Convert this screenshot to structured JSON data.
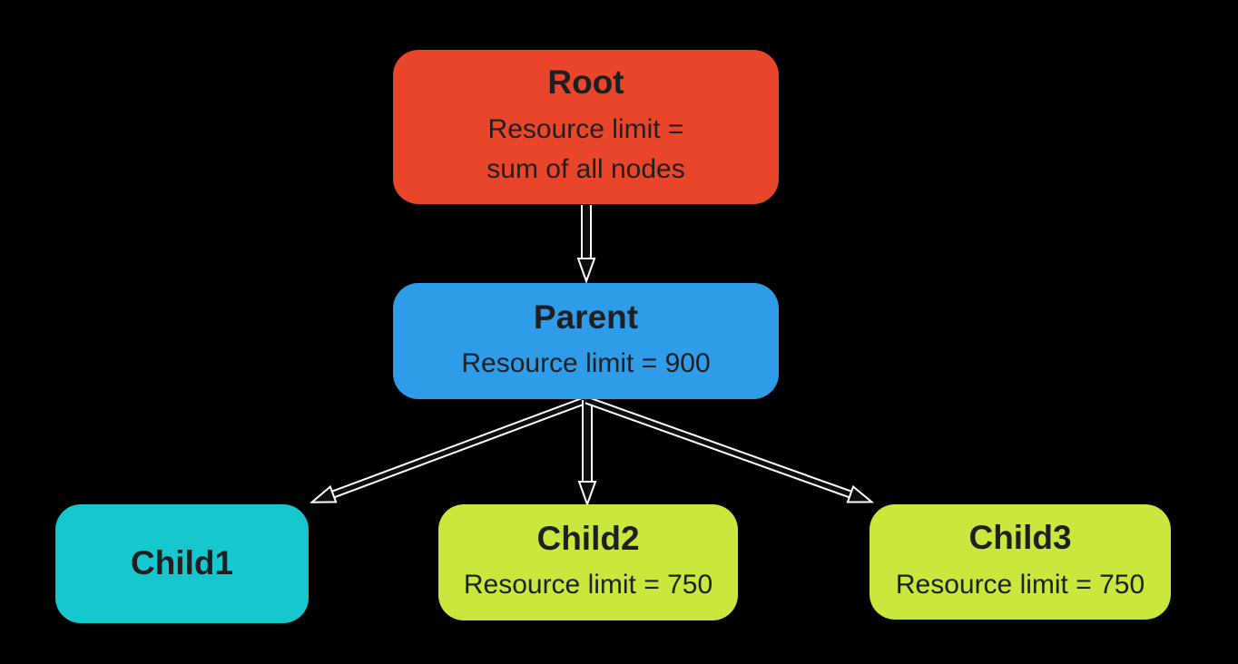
{
  "diagram": {
    "background_color": "#000000",
    "text_color": "#1F1F1F",
    "arrow": {
      "core_color": "#0D0D0D",
      "casing_color": "#FFFFFF"
    },
    "nodes": {
      "root": {
        "title": "Root",
        "lines": [
          "Resource limit =",
          "sum of all nodes"
        ],
        "color": "#E9452A"
      },
      "parent": {
        "title": "Parent",
        "lines": [
          "Resource limit = 900"
        ],
        "color": "#2F9CEA"
      },
      "child1": {
        "title": "Child1",
        "lines": [],
        "color": "#16C8CE"
      },
      "child2": {
        "title": "Child2",
        "lines": [
          "Resource limit = 750"
        ],
        "color": "#CAE73D"
      },
      "child3": {
        "title": "Child3",
        "lines": [
          "Resource limit = 750"
        ],
        "color": "#CAE73D"
      }
    },
    "edges": [
      {
        "from": "Root",
        "to": "Parent"
      },
      {
        "from": "Parent",
        "to": "Child1"
      },
      {
        "from": "Parent",
        "to": "Child2"
      },
      {
        "from": "Parent",
        "to": "Child3"
      }
    ]
  }
}
